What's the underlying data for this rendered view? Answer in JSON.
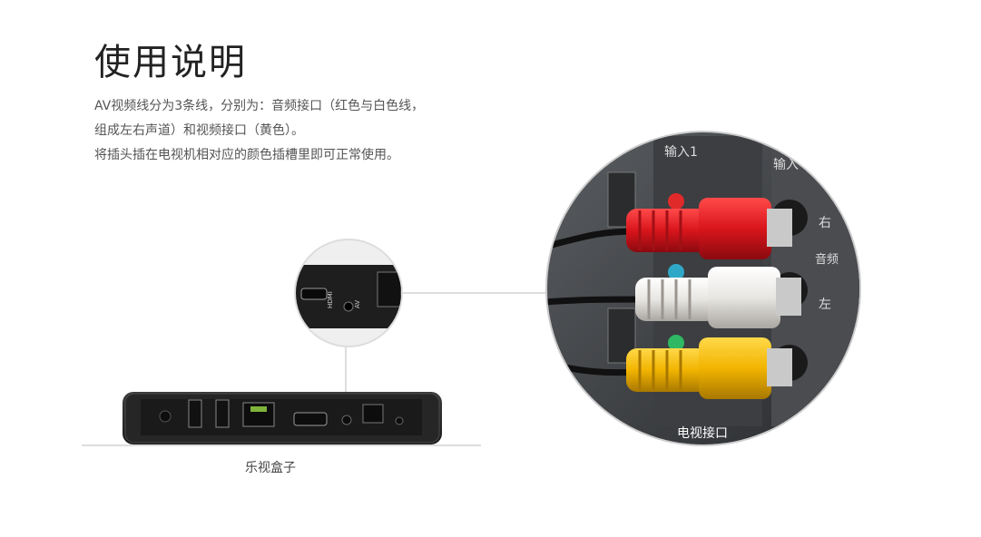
{
  "heading": "使用说明",
  "description": [
    "AV视频线分为3条线，分别为：音频接口（红色与白色线，",
    "组成左右声道）和视频接口（黄色）。",
    "将插头插在电视机相对应的颜色插槽里即可正常使用。"
  ],
  "box_caption": "乐视盒子",
  "tv_caption": "电视接口",
  "zoom_labels": {
    "hdmi": "HDMI",
    "av": "AV"
  },
  "tv_panel_labels": {
    "input1": "输入1",
    "input2": "输入",
    "right": "右",
    "audio": "音频",
    "left": "左"
  },
  "colors": {
    "red_plug": "#d9151c",
    "white_plug": "#e8e6e2",
    "yellow_plug": "#f2b400",
    "box_body": "#2b2b2b"
  }
}
